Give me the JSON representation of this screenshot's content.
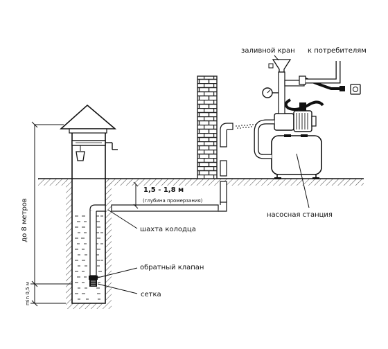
{
  "labels": {
    "filler_tap": "заливной кран",
    "to_consumers": "к потребителям",
    "pump_station": "насосная станция",
    "freeze_depth_value": "1,5 - 1,8 м",
    "freeze_depth_caption": "(глубина промерзания)",
    "well_shaft": "шахта колодца",
    "check_valve": "обратный клапан",
    "mesh": "сетка",
    "depth_up_to": "до 8 метров",
    "min_depth": "min 0,5 м"
  },
  "colors": {
    "line": "#111111",
    "soil_hatch": "#555555",
    "water_dash": "#333333",
    "brick": "#222222"
  },
  "icons": {
    "roof": "well-roof-icon",
    "winch": "winch-icon",
    "bucket": "bucket-icon",
    "pump": "pump-icon",
    "tank": "pressure-tank-icon",
    "gauge": "pressure-gauge-icon",
    "socket": "power-socket-icon"
  }
}
